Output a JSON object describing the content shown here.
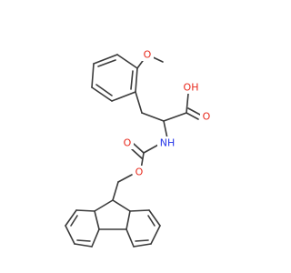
{
  "molecule": {
    "atoms": {
      "methoxy_o": {
        "label": "O",
        "color": "#e8291c"
      },
      "acid_oh": {
        "label": "OH",
        "color": "#e8291c"
      },
      "acid_o": {
        "label": "O",
        "color": "#e8291c"
      },
      "amide_nh": {
        "label": "NH",
        "color": "#2434e8"
      },
      "carbamate_o_double": {
        "label": "O",
        "color": "#e8291c"
      },
      "carbamate_o_ester": {
        "label": "O",
        "color": "#e8291c"
      }
    },
    "bond_color": "#3a3a3a"
  }
}
